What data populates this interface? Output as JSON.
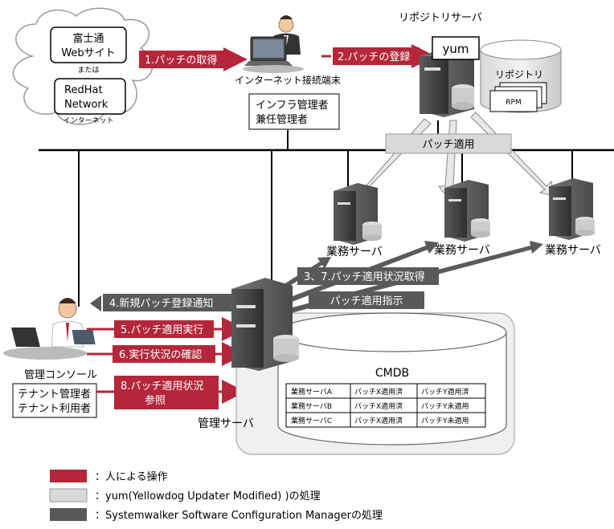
{
  "internet": {
    "fujitsu_line1": "富士通",
    "fujitsu_line2": "Webサイト",
    "or": "または",
    "redhat_line1": "RedHat",
    "redhat_line2": "Network",
    "label": "インターネット"
  },
  "steps": {
    "s1": "1.パッチの取得",
    "s2": "2.パッチの登録",
    "s3": "3、7.パッチ適用状況取得",
    "s4": "4.新規パッチ登録通知",
    "s5": "5.パッチ適用実行",
    "s6": "6.実行状況の確認",
    "s8_line1": "8.パッチ適用状況",
    "s8_line2": "参照",
    "patch_apply": "パッチ適用",
    "patch_apply_instruction": "パッチ適用指示"
  },
  "nodes": {
    "internet_terminal": "インターネット接続端末",
    "admin_line1": "インフラ管理者",
    "admin_line2": "兼任管理者",
    "repo_server": "リポジトリサーバ",
    "yum": "yum",
    "repository": "リポジトリ",
    "rpm": "RPM",
    "biz_server_1": "業務サーバ",
    "biz_server_2": "業務サーバ",
    "biz_server_3": "業務サーバ",
    "mgmt_console": "管理コンソール",
    "tenant_line1": "テナント管理者",
    "tenant_line2": "テナント利用者",
    "mgmt_server": "管理サーバ",
    "cmdb": "CMDB"
  },
  "cmdb_table": [
    [
      "業務サーバA",
      "パッチX適用済",
      "パッチY適用済"
    ],
    [
      "業務サーバB",
      "パッチX適用済",
      "パッチY未適用"
    ],
    [
      "業務サーバC",
      "パッチX適用済",
      "パッチY未適用"
    ]
  ],
  "legend": {
    "human": "：人による操作",
    "yum": "：yum(Yellowdog Updater Modified) )の処理",
    "ssc": "：Systemwalker Software Configuration Managerの処理",
    "colors": {
      "human": "#b5263a",
      "yum": "#d9d9d9",
      "ssc": "#595959"
    }
  }
}
